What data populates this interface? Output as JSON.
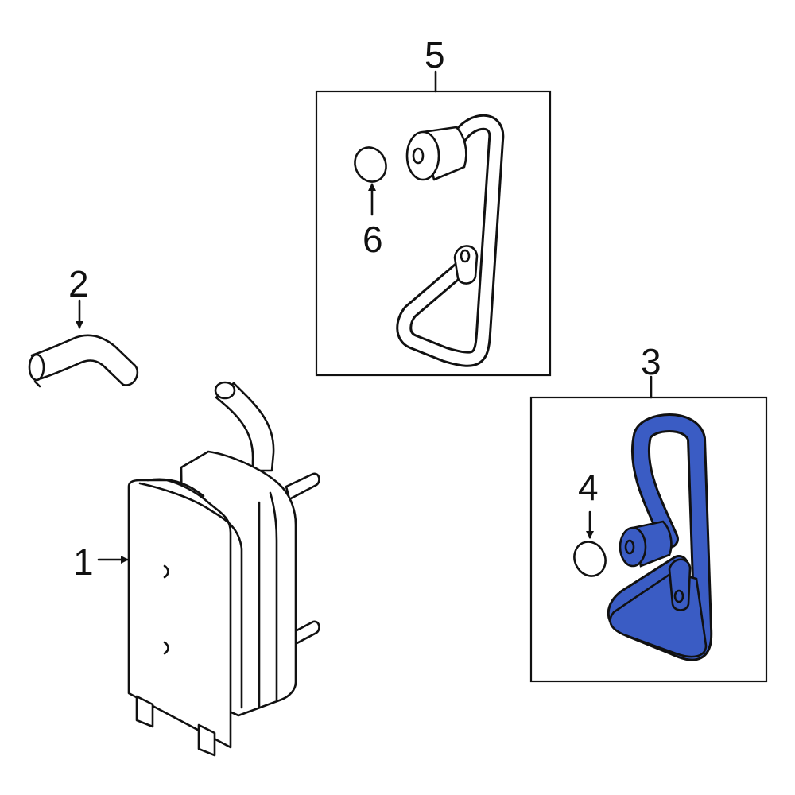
{
  "callouts": {
    "n1": "1",
    "n2": "2",
    "n3": "3",
    "n4": "4",
    "n5": "5",
    "n6": "6"
  },
  "colors": {
    "highlight_part": "#3a5cc4",
    "line": "#111111",
    "background": "#ffffff"
  }
}
